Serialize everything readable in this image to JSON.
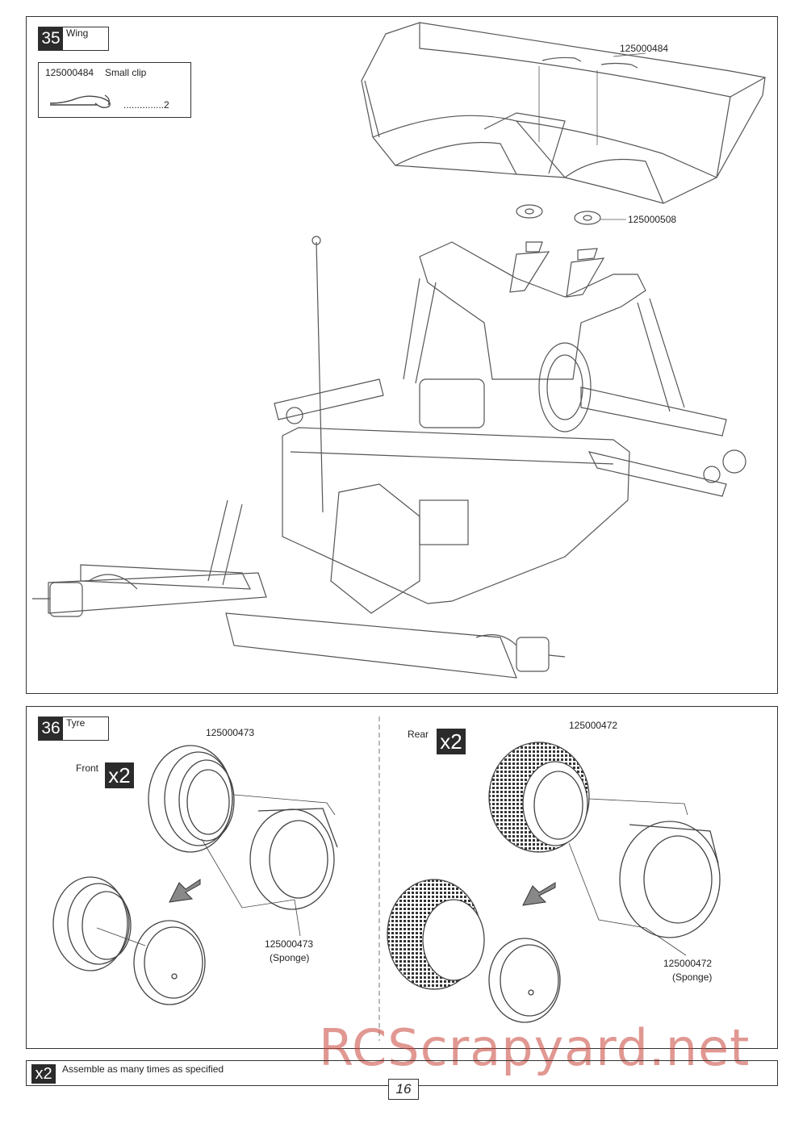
{
  "step35": {
    "number": "35",
    "title": "Wing",
    "parts_list": {
      "part_no": "125000484",
      "part_name": "Small clip",
      "qty_text": "...............2"
    },
    "callouts": {
      "clip": "125000484",
      "washer": "125000508"
    }
  },
  "step36": {
    "number": "36",
    "title": "Tyre",
    "front": {
      "label": "Front",
      "mult": "x2",
      "tyre_part": "125000473",
      "sponge_part": "125000473",
      "sponge_label": "(Sponge)"
    },
    "rear": {
      "label": "Rear",
      "mult": "x2",
      "tyre_part": "125000472",
      "sponge_part": "125000472",
      "sponge_label": "(Sponge)"
    }
  },
  "footer": {
    "mult": "x2",
    "text": "Assemble as many times as specified",
    "page": "16"
  },
  "watermark": "RCScrapyard.net"
}
